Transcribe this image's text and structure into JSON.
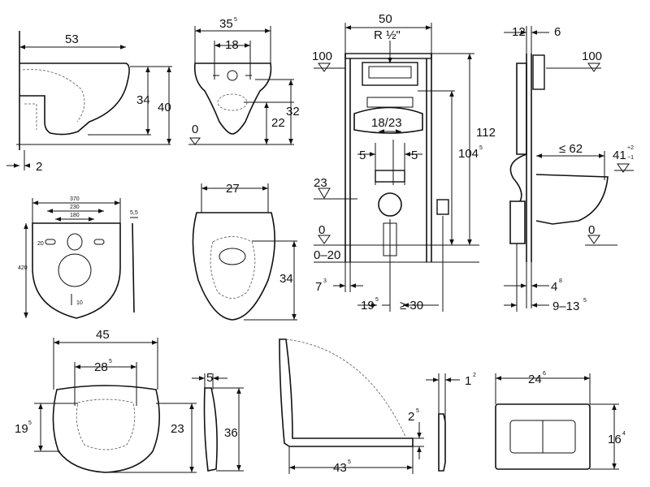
{
  "labels": {
    "d53": "53",
    "d34a": "34",
    "d40": "40",
    "d2": "2",
    "d35": "35",
    "d35sup": "5",
    "d18": "18",
    "d22": "22",
    "d32": "32",
    "d0a": "0",
    "d50": "50",
    "dR": "R ½\"",
    "d100a": "100",
    "d1823": "18/23",
    "d5a": "5",
    "d5b": "5",
    "d112": "112",
    "d104": "104",
    "d104sup": "5",
    "d23": "23",
    "d0b": "0",
    "d020": "0–20",
    "d7": "7",
    "d7sup": "3",
    "d19": "19",
    "d19sup": "5",
    "d30": "≥ 30",
    "d12": "12",
    "d6": "6",
    "d100b": "100",
    "d62": "≤ 62",
    "d41": "41",
    "d41sup": "+2",
    "d41sub": "−1",
    "d0c": "0",
    "d4": "4",
    "d4sup": "8",
    "d913": "9–13",
    "d913sup": "5",
    "d370": "370",
    "d230": "230",
    "d180": "180",
    "d55": "5,5",
    "d420": "420",
    "d20": "20",
    "d10": "10",
    "d27": "27",
    "d34b": "34",
    "d45": "45",
    "d28": "28",
    "d28sup": "5",
    "d19b": "19",
    "d19bsup": "5",
    "d23b": "23",
    "d5c": "5",
    "d36": "36",
    "d25": "2",
    "d25sup": "5",
    "d43": "43",
    "d43sup": "5",
    "d12b": "1",
    "d12bsup": "2",
    "d24": "24",
    "d24sup": "6",
    "d16": "16",
    "d16sup": "4"
  }
}
